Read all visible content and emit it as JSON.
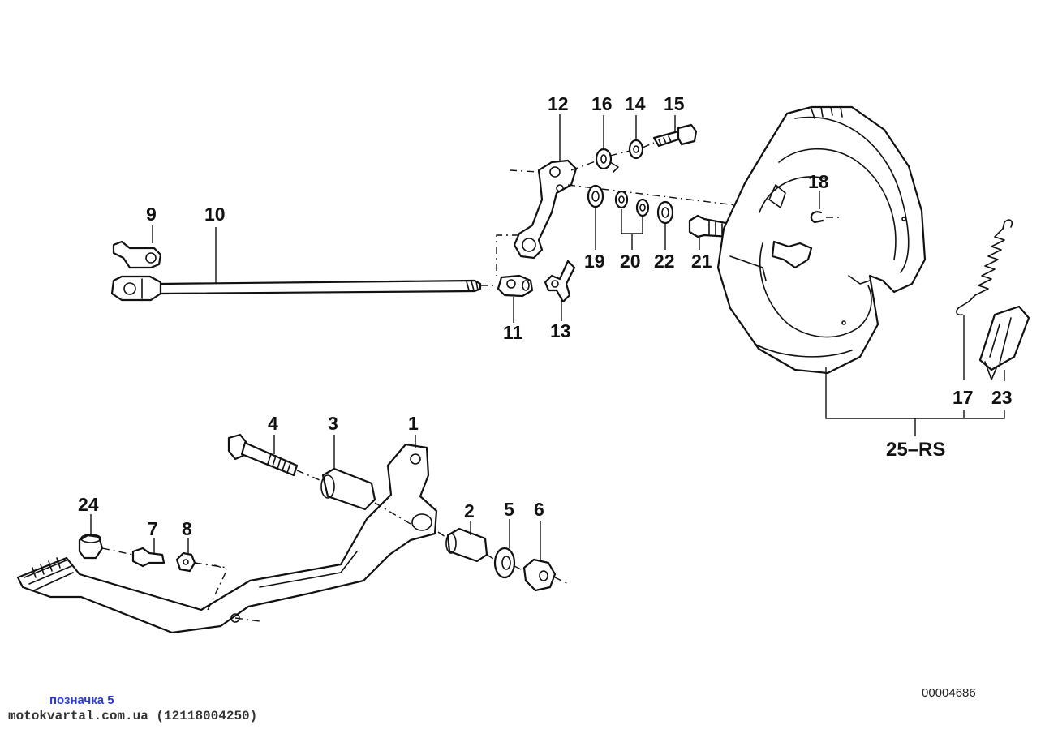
{
  "callouts": {
    "c1": "1",
    "c2": "2",
    "c3": "3",
    "c4": "4",
    "c5": "5",
    "c6": "6",
    "c7": "7",
    "c8": "8",
    "c9": "9",
    "c10": "10",
    "c11": "11",
    "c12": "12",
    "c13": "13",
    "c14": "14",
    "c15": "15",
    "c16": "16",
    "c17": "17",
    "c18": "18",
    "c19": "19",
    "c20": "20",
    "c21": "21",
    "c22": "22",
    "c23": "23",
    "c24": "24",
    "c25": "25–RS"
  },
  "doc_id": "00004686",
  "footer": {
    "label": "позначка 5",
    "source": "motokvartal.com.ua (12118004250)"
  },
  "colors": {
    "line": "#111111",
    "footer_label": "#2a3bd8",
    "background": "#ffffff"
  }
}
